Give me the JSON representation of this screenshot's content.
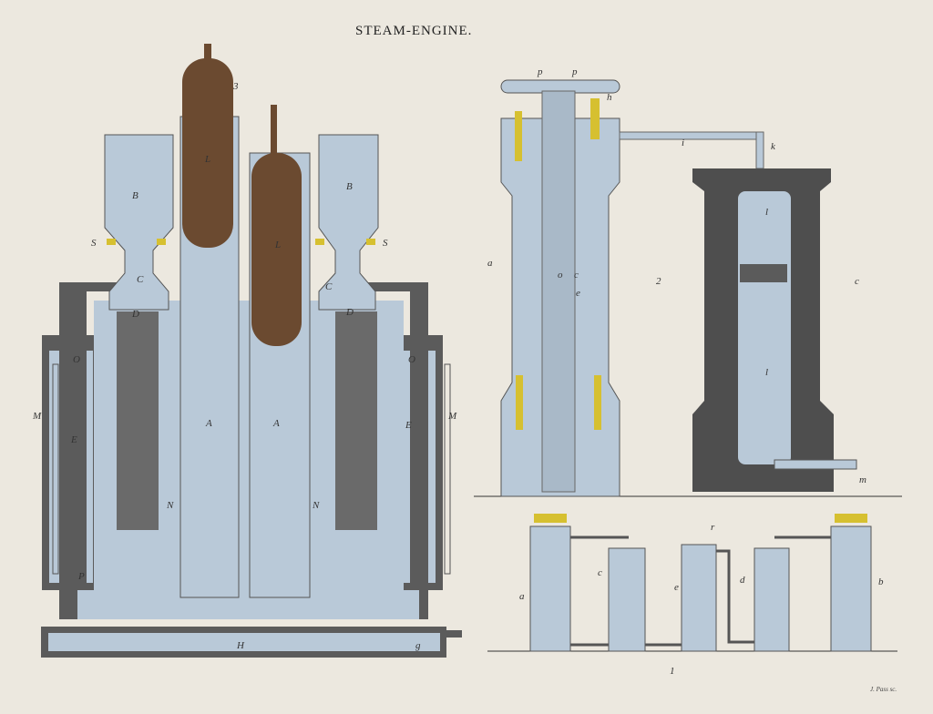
{
  "title": "STEAM-ENGINE.",
  "credit": "J. Pass sc.",
  "colors": {
    "paper": "#ece8df",
    "blue": "#b9c9d8",
    "dark": "#5b5b5b",
    "brown": "#6b4a30",
    "brass": "#d6c030"
  },
  "figure3": {
    "number": "3",
    "labels": {
      "B": "B",
      "L": "L",
      "S": "S",
      "C": "C",
      "D": "D",
      "O": "O",
      "M": "M",
      "E": "E",
      "A": "A",
      "N": "N",
      "H": "H",
      "g": "g",
      "P": "P"
    }
  },
  "figure2": {
    "number": "2",
    "labels": {
      "p": "p",
      "h": "h",
      "i": "i",
      "k": "k",
      "a": "a",
      "o": "o",
      "c": "c",
      "e": "e",
      "l": "l",
      "m": "m"
    }
  },
  "figure1": {
    "number": "1",
    "labels": {
      "a": "a",
      "c": "c",
      "e": "e",
      "d": "d",
      "b": "b",
      "r": "r"
    }
  }
}
